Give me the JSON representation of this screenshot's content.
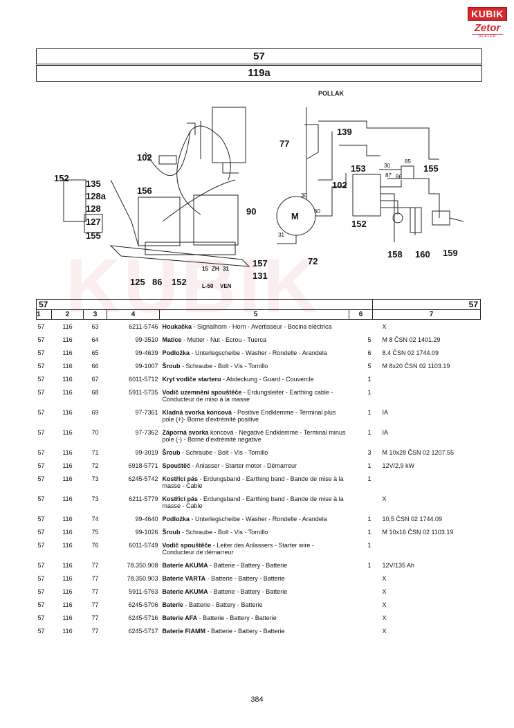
{
  "logo": {
    "brand": "KUBIK",
    "sub": "Zetor",
    "tag": "DEALER"
  },
  "header": {
    "group": "57",
    "figure": "119a"
  },
  "diagram": {
    "labels": [
      "POLLAK",
      "139",
      "77",
      "153",
      "155",
      "30",
      "85",
      "87",
      "86",
      "102",
      "M",
      "60",
      "30",
      "31",
      "72",
      "152",
      "158",
      "160",
      "159",
      "152",
      "135",
      "128a",
      "128",
      "127",
      "155",
      "102",
      "156",
      "90",
      "125",
      "86",
      "152",
      "157",
      "131",
      "15",
      "ZH",
      "31",
      "L-50",
      "VEN"
    ]
  },
  "table": {
    "group_left": "57",
    "group_right": "57",
    "headers": [
      "1",
      "2",
      "3",
      "4",
      "5",
      "6",
      "7"
    ],
    "rows": [
      {
        "c1": "57",
        "c2": "116",
        "c3": "63",
        "c4": "6211-5746",
        "bold": "Houkačka",
        "desc": " - Signalhorn - Horn - Avertisseur - Bocina eléctrica",
        "c6": "",
        "c7": "X"
      },
      {
        "c1": "57",
        "c2": "116",
        "c3": "64",
        "c4": "99-3510",
        "bold": "Matice",
        "desc": " - Mutter - Nut - Ecrou - Tuerca",
        "c6": "5",
        "c7": "M 8 ČSN 02 1401.29"
      },
      {
        "c1": "57",
        "c2": "116",
        "c3": "65",
        "c4": "99-4639",
        "bold": "Podložka",
        "desc": " - Unterlegscheibe - Washer - Rondelle - Arandela",
        "c6": "6",
        "c7": "8.4 ČSN 02 1744.09"
      },
      {
        "c1": "57",
        "c2": "116",
        "c3": "66",
        "c4": "99-1007",
        "bold": "Šroub",
        "desc": " - Schraube - Bolt - Vis - Tornillo",
        "c6": "5",
        "c7": "M 8x20 ČSN 02 1103.19"
      },
      {
        "c1": "57",
        "c2": "116",
        "c3": "67",
        "c4": "6011-5712",
        "bold": "Kryt vodiče starteru",
        "desc": " - Abdeckung - Guard - Couvercle",
        "c6": "1",
        "c7": ""
      },
      {
        "c1": "57",
        "c2": "116",
        "c3": "68",
        "c4": "5911-5735",
        "bold": "Vodič uzemnění spouštěče",
        "desc": " - Erdungsleiter - Earthing cable - Conducteur de miso à la massе",
        "c6": "1",
        "c7": ""
      },
      {
        "c1": "57",
        "c2": "116",
        "c3": "69",
        "c4": "97-7361",
        "bold": "Kladná svorka koncová",
        "desc": " - Positive Endklemme - Terminal plus pole (+)- Borne d'extrémité positive",
        "c6": "1",
        "c7": "IA"
      },
      {
        "c1": "57",
        "c2": "116",
        "c3": "70",
        "c4": "97-7362",
        "bold": "Záporná svorka",
        "desc": " koncová - Negative Endklemme - Terminal minus pole (-) - Borne d'extrémité negative",
        "c6": "1",
        "c7": "IA"
      },
      {
        "c1": "57",
        "c2": "116",
        "c3": "71",
        "c4": "99-3019",
        "bold": "Šroub",
        "desc": " - Schraube - Bolt - Vis - Tornillo",
        "c6": "3",
        "c7": "M 10x28 ČSN 02 1207.55"
      },
      {
        "c1": "57",
        "c2": "116",
        "c3": "72",
        "c4": "6918-5771",
        "bold": "Spouštěč",
        "desc": " - Anlasser - Starter motor - Démarreur",
        "c6": "1",
        "c7": "12V/2,9 kW"
      },
      {
        "c1": "57",
        "c2": "116",
        "c3": "73",
        "c4": "6245-5742",
        "bold": "Kostřicí pás",
        "desc": " - Erdungsband - Earthing band - Bande de mise à la masse - Cable",
        "c6": "1",
        "c7": ""
      },
      {
        "c1": "57",
        "c2": "116",
        "c3": "73",
        "c4": "6211-5779",
        "bold": "Kostřicí pás",
        "desc": " - Erdungsband - Earthing band - Bande de mise à la masse - Cable",
        "c6": "",
        "c7": "X"
      },
      {
        "c1": "57",
        "c2": "116",
        "c3": "74",
        "c4": "99-4640",
        "bold": "Podložka",
        "desc": " - Unterlegscheibe - Washer - Rondelle - Arandela",
        "c6": "1",
        "c7": "10,5 ČSN 02 1744.09"
      },
      {
        "c1": "57",
        "c2": "116",
        "c3": "75",
        "c4": "99-1026",
        "bold": "Šroub",
        "desc": " - Schraube - Bolt - Vis - Tornillo",
        "c6": "1",
        "c7": "M 10x16 ČSN 02 1103.19"
      },
      {
        "c1": "57",
        "c2": "116",
        "c3": "76",
        "c4": "6011-5749",
        "bold": "Vodič spouštěče",
        "desc": " - Leiter des Anlassers - Starter wire - Conducteur de démarreur",
        "c6": "1",
        "c7": ""
      },
      {
        "c1": "57",
        "c2": "116",
        "c3": "77",
        "c4": "78.350.908",
        "bold": "Baterie AKUMA",
        "desc": " - Batterie - Battery - Batterie",
        "c6": "1",
        "c7": "12V/135 Ah"
      },
      {
        "c1": "57",
        "c2": "116",
        "c3": "77",
        "c4": "78.350.903",
        "bold": "Baterie VARTA",
        "desc": " - Batterie - Battery - Batterie",
        "c6": "",
        "c7": "X"
      },
      {
        "c1": "57",
        "c2": "116",
        "c3": "77",
        "c4": "5911-5763",
        "bold": "Baterie AKUMA",
        "desc": " - Batterie - Battery - Batterie",
        "c6": "",
        "c7": "X"
      },
      {
        "c1": "57",
        "c2": "116",
        "c3": "77",
        "c4": "6245-5706",
        "bold": "Baterie",
        "desc": " - Batterie - Battery - Batterie",
        "c6": "",
        "c7": "X"
      },
      {
        "c1": "57",
        "c2": "116",
        "c3": "77",
        "c4": "6245-5716",
        "bold": "Baterie AFA",
        "desc": " - Batterie - Battery - Batterie",
        "c6": "",
        "c7": "X"
      },
      {
        "c1": "57",
        "c2": "116",
        "c3": "77",
        "c4": "6245-5717",
        "bold": "Baterie FIAMM",
        "desc": " - Batterie - Battery - Batterie",
        "c6": "",
        "c7": "X"
      }
    ]
  },
  "footer": {
    "page": "384"
  }
}
